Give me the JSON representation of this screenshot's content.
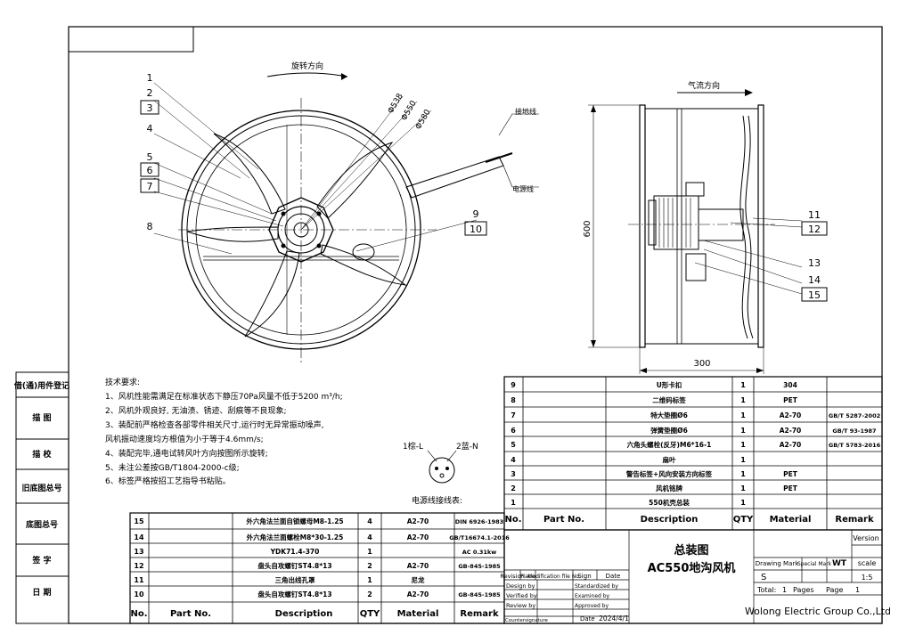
{
  "drawing": {
    "rotation_label": "旋转方向",
    "airflow_label": "气流方向",
    "ground_wire_label": "接地线",
    "power_wire_label": "电源线",
    "dim_538": "Φ538",
    "dim_550": "Φ550",
    "dim_580": "Φ580",
    "dim_600": "600",
    "dim_300": "300",
    "callouts_front": [
      "1",
      "2",
      "3",
      "4",
      "5",
      "6",
      "7",
      "8",
      "9",
      "10"
    ],
    "callouts_side": [
      "11",
      "12",
      "13",
      "14",
      "15"
    ]
  },
  "left_strip": [
    "借(通)用件登记",
    "描    图",
    "描    校",
    "旧底图总号",
    "底图总号",
    "签    字",
    "日    期"
  ],
  "tech": {
    "title": "技术要求:",
    "lines": [
      "1、风机性能需满足在标准状态下静压70Pa风量不低于5200 m³/h;",
      "2、风机外观良好, 无油渍、锈迹、刮痕等不良现象;",
      "3、装配前严格检查各部零件相关尺寸,运行时无异常振动噪声,",
      "   风机振动速度均方根值为小于等于4.6mm/s;",
      "4、装配完毕,通电试转风叶方向按图所示旋转;",
      "5、未注公差按GB/T1804-2000-c级;",
      "6、标签严格按招工艺指导书粘贴。"
    ]
  },
  "wiring": {
    "title": "电源线接线表:",
    "label_l": "1棕-L",
    "label_n": "2蓝-N"
  },
  "parts_right": [
    {
      "no": "9",
      "name": "U形卡扣",
      "qty": "1",
      "mat": "304",
      "rem": ""
    },
    {
      "no": "8",
      "name": "二维码标签",
      "qty": "1",
      "mat": "PET",
      "rem": ""
    },
    {
      "no": "7",
      "name": "特大垫圈Ø6",
      "qty": "1",
      "mat": "A2-70",
      "rem": "GB/T 5287-2002"
    },
    {
      "no": "6",
      "name": "弹簧垫圈Ø6",
      "qty": "1",
      "mat": "A2-70",
      "rem": "GB/T 93-1987"
    },
    {
      "no": "5",
      "name": "六角头螺栓(反牙)M6*16-1",
      "qty": "1",
      "mat": "A2-70",
      "rem": "GB/T 5783-2016"
    },
    {
      "no": "4",
      "name": "扇叶",
      "qty": "1",
      "mat": "",
      "rem": ""
    },
    {
      "no": "3",
      "name": "警告标签+风向安装方向标签",
      "qty": "1",
      "mat": "PET",
      "rem": ""
    },
    {
      "no": "2",
      "name": "风机铭牌",
      "qty": "1",
      "mat": "PET",
      "rem": ""
    },
    {
      "no": "1",
      "name": "550机壳总装",
      "qty": "1",
      "mat": "",
      "rem": ""
    }
  ],
  "parts_right_header": {
    "no": "No.",
    "part": "Part No.",
    "desc": "Description",
    "qty": "QTY",
    "mat": "Material",
    "rem": "Remark"
  },
  "parts_left": [
    {
      "no": "15",
      "name": "外六角法兰面自锁螺母M8-1.25",
      "qty": "4",
      "mat": "A2-70",
      "rem": "DIN 6926-1983"
    },
    {
      "no": "14",
      "name": "外六角法兰面螺栓M8*30-1.25",
      "qty": "4",
      "mat": "A2-70",
      "rem": "GB/T16674.1-2016"
    },
    {
      "no": "13",
      "name": "YDK71.4-370",
      "qty": "1",
      "mat": "",
      "rem": "AC 0.31kw"
    },
    {
      "no": "12",
      "name": "盘头自攻螺钉ST4.8*13",
      "qty": "2",
      "mat": "A2-70",
      "rem": "GB-845-1985"
    },
    {
      "no": "11",
      "name": "三角出线孔罩",
      "qty": "1",
      "mat": "尼龙",
      "rem": ""
    },
    {
      "no": "10",
      "name": "盘头自攻螺钉ST4.8*13",
      "qty": "2",
      "mat": "A2-70",
      "rem": "GB-845-1985"
    }
  ],
  "parts_left_header": {
    "no": "No.",
    "part": "Part No.",
    "desc": "Description",
    "qty": "QTY",
    "mat": "Material",
    "rem": "Remark"
  },
  "title_block": {
    "title1": "总装图",
    "title2": "AC550地沟风机",
    "revision": "Revision",
    "place": "Place",
    "modification": "Modification file No.",
    "sign": "Sign",
    "date": "Date",
    "design_by": "Design by",
    "verified_by": "Verified by",
    "review_by": "Review by",
    "countersignature": "Countersignature",
    "standardized_by": "Standardized by",
    "examined_by": "Examined by",
    "approved_by": "Approved by",
    "date2": "Date",
    "date_value": "2024/4/1",
    "version": "Version",
    "drawing_mark": "Drawing Mark",
    "special_mark": "Special Mark",
    "wt": "WT",
    "scale": "scale",
    "mark_value": "S",
    "scale_value": "1:5",
    "total_label": "Total:",
    "total_value": "1",
    "pages_label": "Pages",
    "page_label": "Page",
    "page_value": "1",
    "company": "Wolong Electric Group Co.,Ltd"
  }
}
